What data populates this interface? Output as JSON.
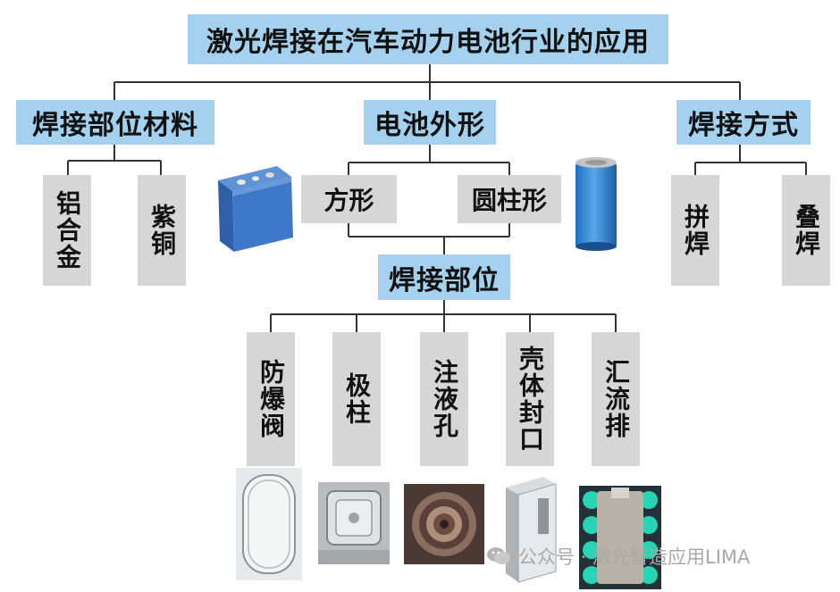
{
  "title": "激光焊接在汽车动力电池行业的应用",
  "categories": {
    "material": {
      "label": "焊接部位材料",
      "items": [
        "铝合金",
        "紫铜"
      ]
    },
    "shape": {
      "label": "电池外形",
      "items": [
        "方形",
        "圆柱形"
      ]
    },
    "method": {
      "label": "焊接方式",
      "items": [
        "拼焊",
        "叠焊"
      ]
    }
  },
  "weld_position": {
    "label": "焊接部位",
    "items": [
      "防爆阀",
      "极柱",
      "注液孔",
      "壳体封口",
      "汇流排"
    ]
  },
  "watermark": "公众号 · 激光智造应用LIMA",
  "colors": {
    "box_blue": "#a4d2ee",
    "box_gray": "#d6d6d6",
    "line": "#333333"
  }
}
